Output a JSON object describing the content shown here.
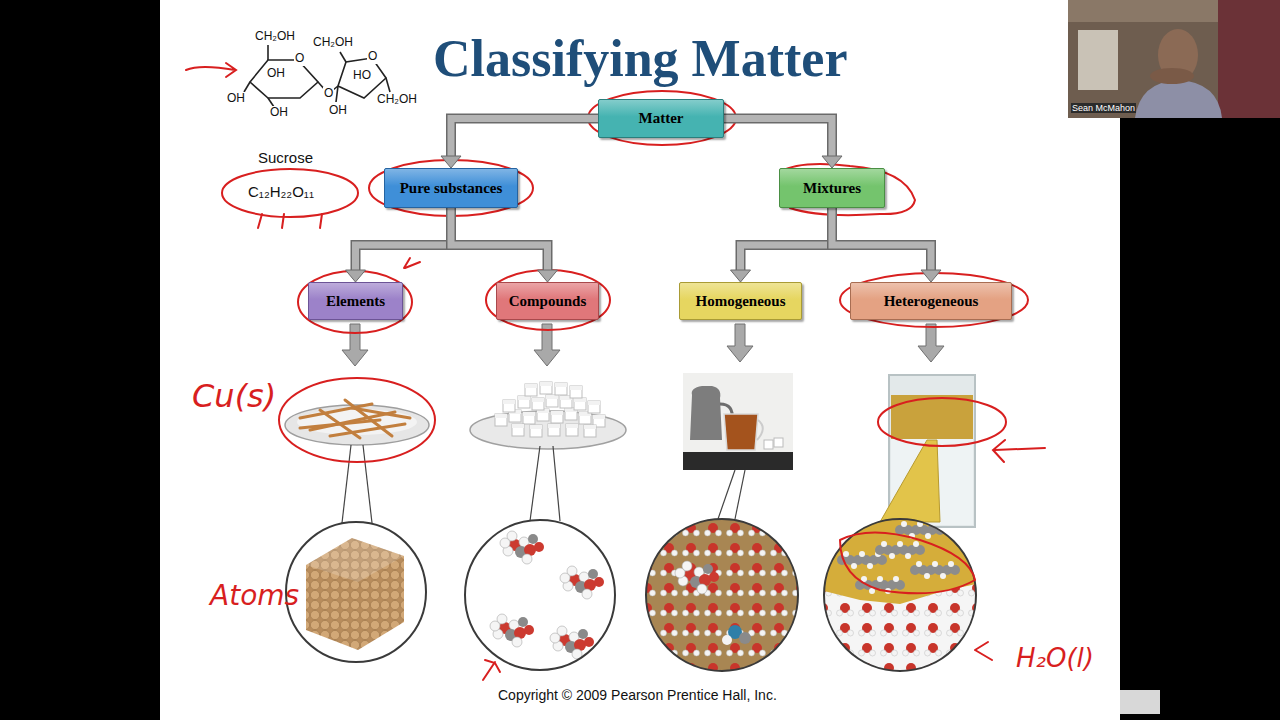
{
  "diagram": {
    "title": "Classifying Matter",
    "nodes": [
      {
        "text": [
          "Matter"
        ]
      },
      {
        "text": [
          "Pure substances"
        ]
      },
      {
        "text": [
          "Mixtures"
        ]
      },
      {
        "text": [
          "Elements"
        ]
      },
      {
        "text": [
          "Compounds"
        ]
      },
      {
        "text": [
          "Homogeneous"
        ]
      },
      {
        "text": [
          "Heterogeneous"
        ]
      }
    ],
    "edges": [
      {
        "from": 0,
        "to": 1,
        "arrow": "to"
      },
      {
        "from": 0,
        "to": 2,
        "arrow": "to"
      },
      {
        "from": 1,
        "to": 3,
        "arrow": "to"
      },
      {
        "from": 1,
        "to": 4,
        "arrow": "to"
      },
      {
        "from": 2,
        "to": 5,
        "arrow": "to"
      },
      {
        "from": 2,
        "to": 6,
        "arrow": "to"
      }
    ],
    "labels": [
      "CH₂OH",
      "O",
      "OH",
      "OH",
      "OH",
      "O",
      "CH₂OH",
      "O",
      "HO",
      "CH₂OH",
      "OH",
      "Sucrose",
      "C₁₂H₂₂O₁₁",
      "Cu(s)",
      "Atoms",
      "H₂O(l)",
      "Copyright © 2009 Pearson Prentice Hall, Inc.",
      "Sean McMahon"
    ]
  }
}
